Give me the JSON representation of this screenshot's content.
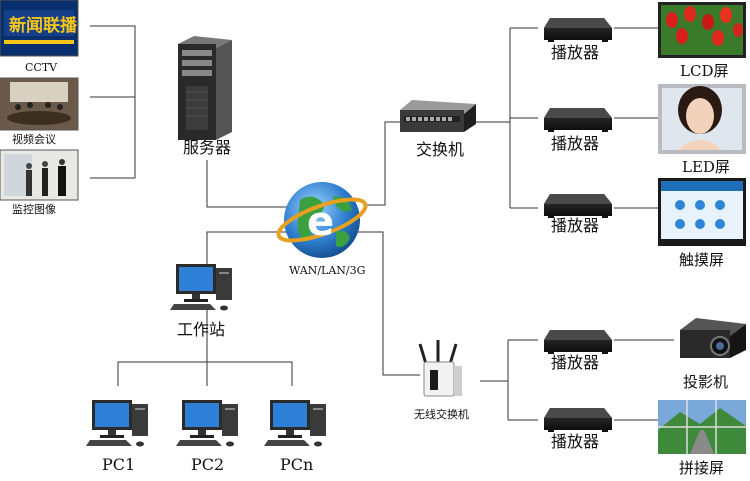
{
  "sources": {
    "cctv": "CCTV",
    "video_conf": "视频会议",
    "surveillance": "监控图像",
    "cctv_banner": "新闻联播"
  },
  "server": "服务器",
  "network": "WAN/LAN/3G",
  "workstation": "工作站",
  "switch": "交换机",
  "wireless_switch": "无线交换机",
  "player": "播放器",
  "pcs": [
    "PC1",
    "PC2",
    "PCn"
  ],
  "displays": {
    "lcd": "LCD屏",
    "led": "LED屏",
    "touch": "触摸屏",
    "projector": "投影机",
    "splice": "拼接屏"
  }
}
